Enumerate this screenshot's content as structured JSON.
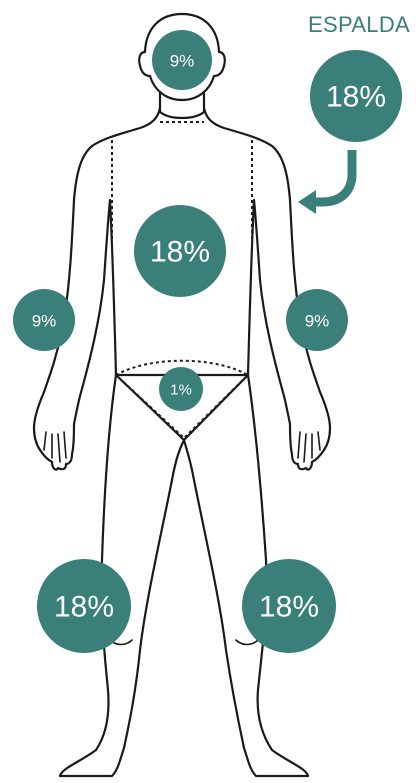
{
  "colors": {
    "badge": "#3a7f79",
    "accent": "#3a7f79",
    "outline": "#1a1a1a"
  },
  "back_label": "ESPALDA",
  "back_badge": "18%",
  "regions": {
    "head": "9%",
    "trunk_front": "18%",
    "left_arm": "9%",
    "right_arm": "9%",
    "genitals": "1%",
    "left_leg": "18%",
    "right_leg": "18%"
  }
}
